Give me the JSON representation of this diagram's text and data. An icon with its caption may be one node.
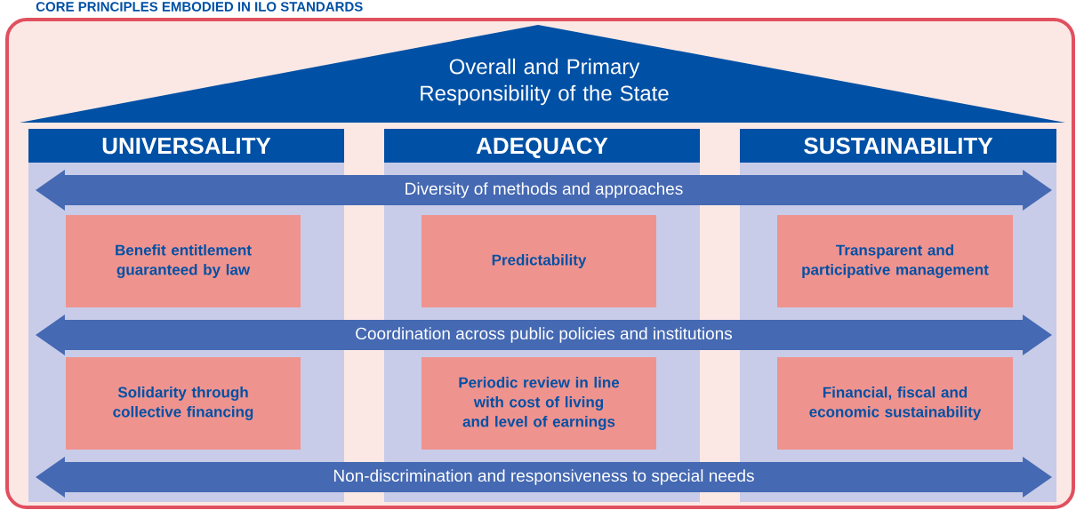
{
  "diagram": {
    "title": "CORE PRINCIPLES EMBODIED IN ILO STANDARDS",
    "nodes": [
      {
        "text": [
          "Overall and Primary Responsibility of the State"
        ]
      },
      {
        "text": [
          "UNIVERSALITY"
        ]
      },
      {
        "text": [
          "ADEQUACY"
        ]
      },
      {
        "text": [
          "SUSTAINABILITY"
        ]
      },
      {
        "text": [
          "Diversity of methods and approaches"
        ]
      },
      {
        "text": [
          "Benefit entitlement guaranteed by law"
        ],
        "in": 1
      },
      {
        "text": [
          "Predictability"
        ],
        "in": 2
      },
      {
        "text": [
          "Transparent and participative management"
        ],
        "in": 3
      },
      {
        "text": [
          "Coordination across public policies and institutions"
        ]
      },
      {
        "text": [
          "Solidarity through collective financing"
        ],
        "in": 1
      },
      {
        "text": [
          "Periodic review in line with cost of living and level of earnings"
        ],
        "in": 2
      },
      {
        "text": [
          "Financial, fiscal and economic sustainability"
        ],
        "in": 3
      },
      {
        "text": [
          "Non-discrimination and responsiveness to special needs"
        ]
      }
    ]
  }
}
